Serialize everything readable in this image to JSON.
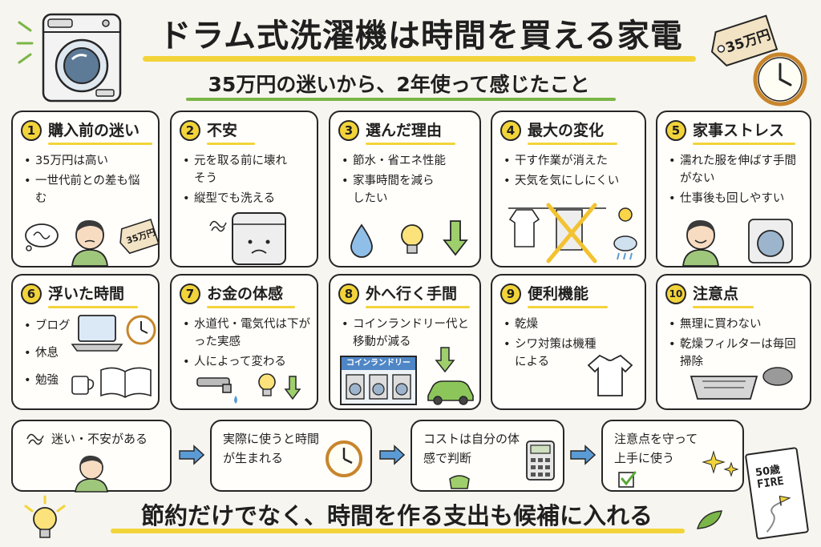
{
  "header": {
    "title": "ドラム式洗濯機は時間を買える家電",
    "subtitle": "35万円の迷いから、2年使って感じたこと",
    "price_tag": "35万円"
  },
  "cards": [
    {
      "num": "1",
      "title": "購入前の迷い",
      "items": [
        "35万円は高い",
        "一世代前との差も悩む"
      ],
      "tag": "35万円"
    },
    {
      "num": "2",
      "title": "不安",
      "items": [
        "元を取る前に壊れそう",
        "縦型でも洗える"
      ]
    },
    {
      "num": "3",
      "title": "選んだ理由",
      "items": [
        "節水・省エネ性能",
        "家事時間を減らしたい"
      ]
    },
    {
      "num": "4",
      "title": "最大の変化",
      "items": [
        "干す作業が消えた",
        "天気を気にしにくい"
      ]
    },
    {
      "num": "5",
      "title": "家事ストレス",
      "items": [
        "濡れた服を伸ばす手間がない",
        "仕事後も回しやすい"
      ]
    },
    {
      "num": "6",
      "title": "浮いた時間",
      "items": [
        "ブログ",
        "休息",
        "勉強"
      ]
    },
    {
      "num": "7",
      "title": "お金の体感",
      "items": [
        "水道代・電気代は下がった実感",
        "人によって変わる"
      ]
    },
    {
      "num": "8",
      "title": "外へ行く手間",
      "items": [
        "コインランドリー代と移動が減る"
      ],
      "sign": "コインランドリー"
    },
    {
      "num": "9",
      "title": "便利機能",
      "items": [
        "乾燥",
        "シワ対策は機種による"
      ]
    },
    {
      "num": "10",
      "title": "注意点",
      "items": [
        "無理に買わない",
        "乾燥フィルターは毎回掃除"
      ]
    }
  ],
  "flow": [
    "迷い・不安がある",
    "実際に使うと時間が生まれる",
    "コストは自分の体感で判断",
    "注意点を守って上手に使う"
  ],
  "notebook": {
    "line1": "50歳",
    "line2": "FIRE"
  },
  "footer": "節約だけでなく、時間を作る支出も候補に入れる",
  "colors": {
    "accent_yellow": "#f2d43a",
    "accent_green": "#7ab648",
    "arrow_blue": "#5b9bd5"
  }
}
